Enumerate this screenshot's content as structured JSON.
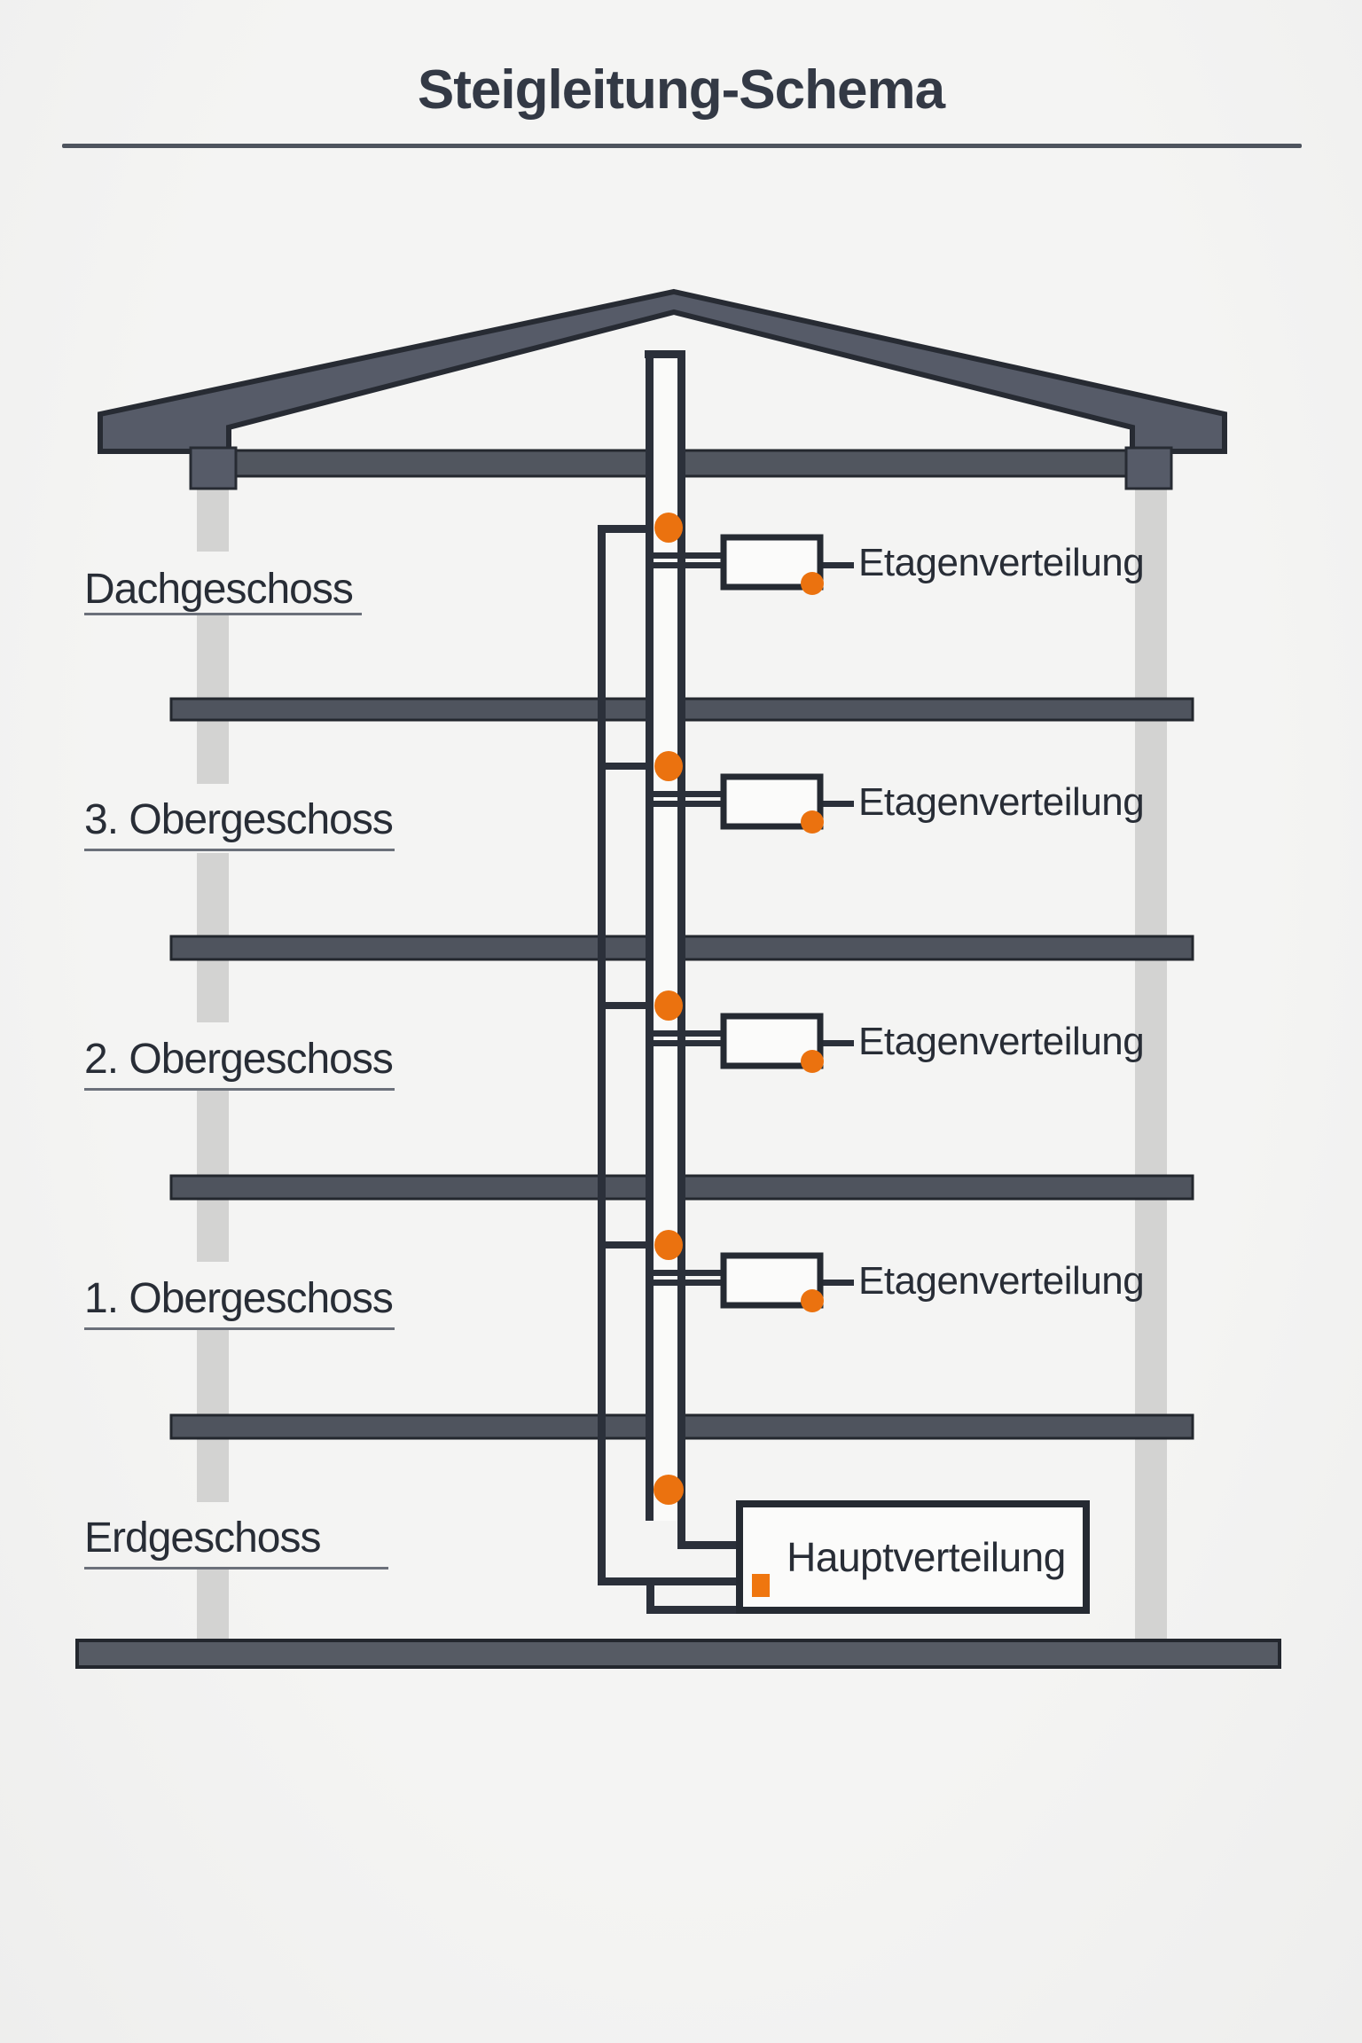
{
  "title": "Steigleitung-Schema",
  "floors": [
    {
      "name": "Dachgeschoss",
      "distribution": "Etagenverteilung"
    },
    {
      "name": "3. Obergeschoss",
      "distribution": "Etagenverteilung"
    },
    {
      "name": "2. Obergeschoss",
      "distribution": "Etagenverteilung"
    },
    {
      "name": "1. Obergeschoss",
      "distribution": "Etagenverteilung"
    },
    {
      "name": "Erdgeschoss",
      "distribution": "Hauptverteilung"
    }
  ],
  "colors": {
    "accent_orange": "#eb720f",
    "line_dark": "#2b303a",
    "structure_fill": "#565b68",
    "slab_fill": "#4f545e",
    "wall_gray": "#d3d3d2",
    "background": "#f2f2f1",
    "box_fill": "#fbfbfa"
  }
}
